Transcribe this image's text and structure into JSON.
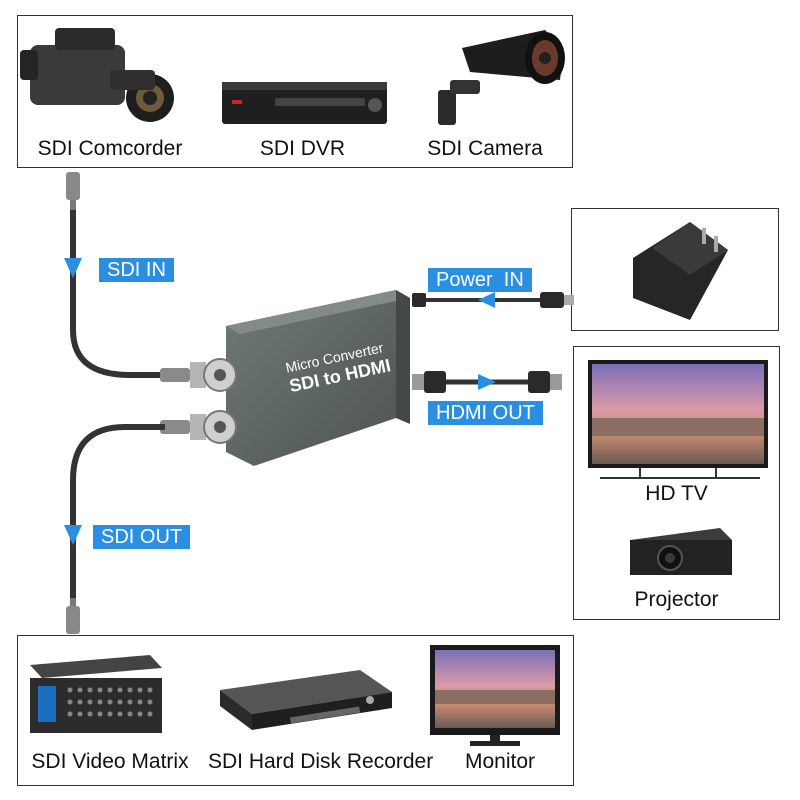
{
  "sources": {
    "items": [
      {
        "label": "SDI Comcorder",
        "icon": "camcorder-icon"
      },
      {
        "label": "SDI DVR",
        "icon": "dvr-icon"
      },
      {
        "label": "SDI Camera",
        "icon": "security-camera-icon"
      }
    ]
  },
  "connections": {
    "sdi_in": "SDI IN",
    "sdi_out": "SDI OUT",
    "power_in": "Power  IN",
    "hdmi_out": "HDMI OUT"
  },
  "converter": {
    "line1": "Micro Converter",
    "line2": "SDI to HDMI"
  },
  "hdmi_displays": {
    "items": [
      {
        "label": "HD TV",
        "icon": "tv-icon"
      },
      {
        "label": "Projector",
        "icon": "projector-icon"
      }
    ]
  },
  "sdi_outputs": {
    "items": [
      {
        "label": "SDI Video Matrix",
        "icon": "video-matrix-icon"
      },
      {
        "label": "SDI Hard Disk Recorder",
        "icon": "hard-disk-recorder-icon"
      },
      {
        "label": "Monitor",
        "icon": "monitor-icon"
      }
    ]
  },
  "colors": {
    "accent": "#2a8fe0",
    "device_body": "#5b6360",
    "cable": "#3a3a3a"
  }
}
